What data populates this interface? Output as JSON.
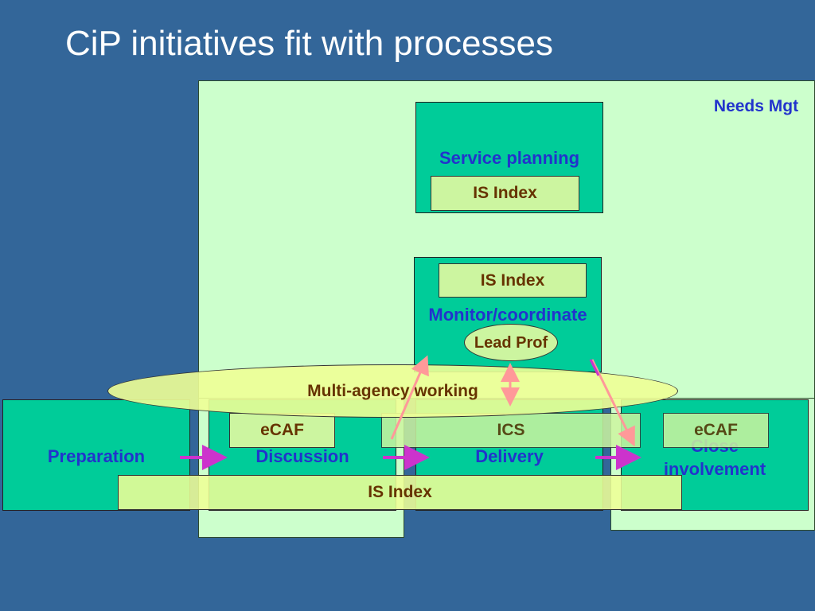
{
  "slide": {
    "title": "CiP initiatives fit with processes"
  },
  "diagram": {
    "needs_mgt": "Needs Mgt",
    "service_planning": {
      "label": "Service planning",
      "index": "IS Index"
    },
    "monitor": {
      "index": "IS Index",
      "label": "Monitor/coordinate",
      "lead": "Lead Prof"
    },
    "multi_agency": "Multi-agency working",
    "stages": {
      "preparation": "Preparation",
      "discussion": "Discussion",
      "delivery": "Delivery",
      "close": "Close involvement"
    },
    "tools": {
      "ecaf_left": "eCAF",
      "ics": "ICS",
      "ecaf_right": "eCAF",
      "is_index_bottom": "IS Index"
    },
    "colors": {
      "background": "#336699",
      "needs_area": "#ccffcc",
      "process_box": "#00cc99",
      "tool_box": "#ccf5a0",
      "flow_arrow": "#cc33cc",
      "link_arrow": "#ff9999"
    }
  }
}
